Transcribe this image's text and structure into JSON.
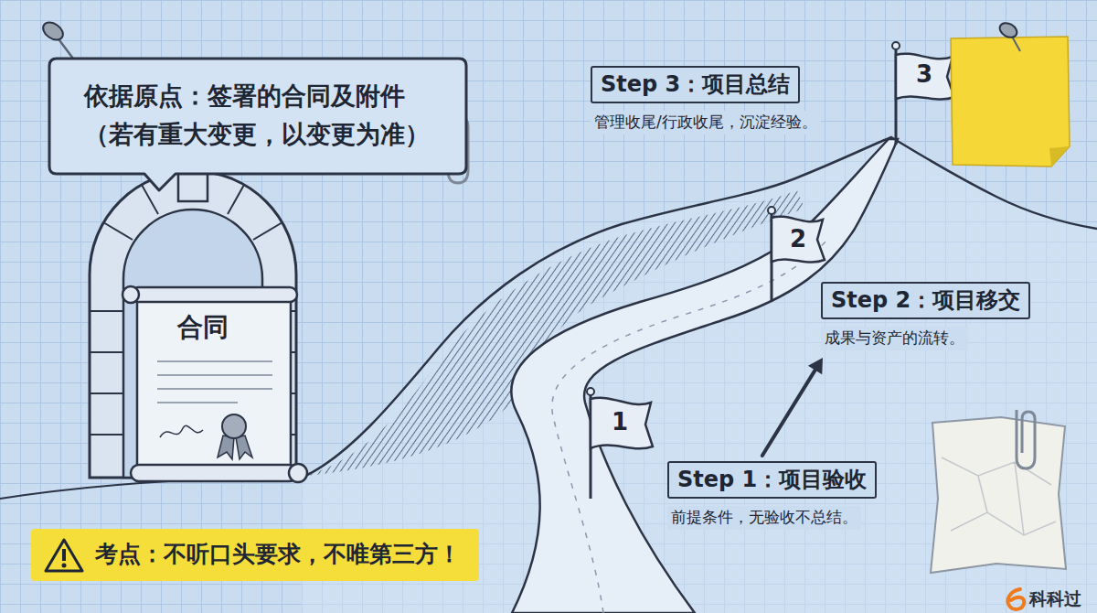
{
  "diagram": {
    "nodes": [
      {
        "text": [
          "依据原点：签署的合同及附件",
          "（若有重大变更，以变更为准）"
        ]
      },
      {
        "text": [
          "Step 3：项目总结",
          "管理收尾/行政收尾，沉淀经验。"
        ]
      },
      {
        "text": [
          "合同"
        ]
      },
      {
        "text": [
          "Step 2：项目移交",
          "成果与资产的流转。"
        ]
      },
      {
        "text": [
          "Step 1：项目验收",
          "前提条件，无验收不总结。"
        ]
      },
      {
        "text": [
          "考点：不听口头要求，不唯第三方！"
        ]
      }
    ],
    "edges": [
      {
        "from": 4,
        "to": 3,
        "arrow": "to"
      }
    ],
    "labels": [
      "1",
      "2",
      "3",
      "科科过"
    ]
  }
}
